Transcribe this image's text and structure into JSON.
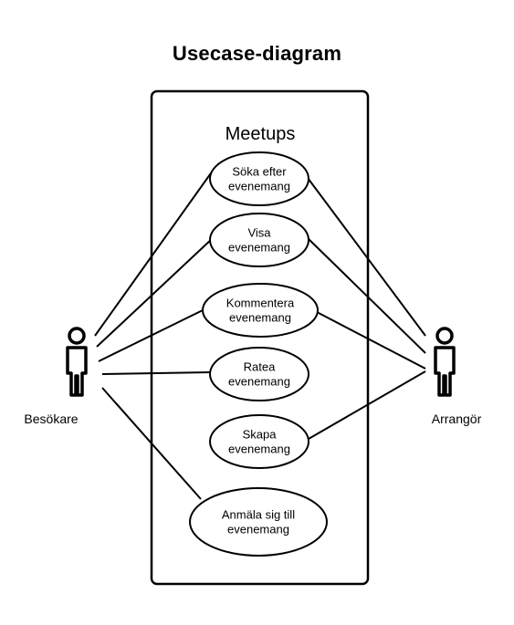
{
  "title": "Usecase-diagram",
  "system": {
    "name": "Meetups"
  },
  "actors": [
    {
      "id": "besokare",
      "name": "Besökare"
    },
    {
      "id": "arrangor",
      "name": "Arrangör"
    }
  ],
  "use_cases": [
    {
      "id": "soka",
      "lines": [
        "Söka efter",
        "evenemang"
      ]
    },
    {
      "id": "visa",
      "lines": [
        "Visa",
        "evenemang"
      ]
    },
    {
      "id": "kommentera",
      "lines": [
        "Kommentera",
        "evenemang"
      ]
    },
    {
      "id": "ratea",
      "lines": [
        "Ratea",
        "evenemang"
      ]
    },
    {
      "id": "skapa",
      "lines": [
        "Skapa",
        "evenemang"
      ]
    },
    {
      "id": "anmala",
      "lines": [
        "Anmäla sig till",
        "evenemang"
      ]
    }
  ],
  "associations": [
    {
      "actor": "besokare",
      "use_case": "soka"
    },
    {
      "actor": "besokare",
      "use_case": "visa"
    },
    {
      "actor": "besokare",
      "use_case": "kommentera"
    },
    {
      "actor": "besokare",
      "use_case": "ratea"
    },
    {
      "actor": "besokare",
      "use_case": "anmala"
    },
    {
      "actor": "arrangor",
      "use_case": "soka"
    },
    {
      "actor": "arrangor",
      "use_case": "visa"
    },
    {
      "actor": "arrangor",
      "use_case": "kommentera"
    },
    {
      "actor": "arrangor",
      "use_case": "skapa"
    }
  ]
}
